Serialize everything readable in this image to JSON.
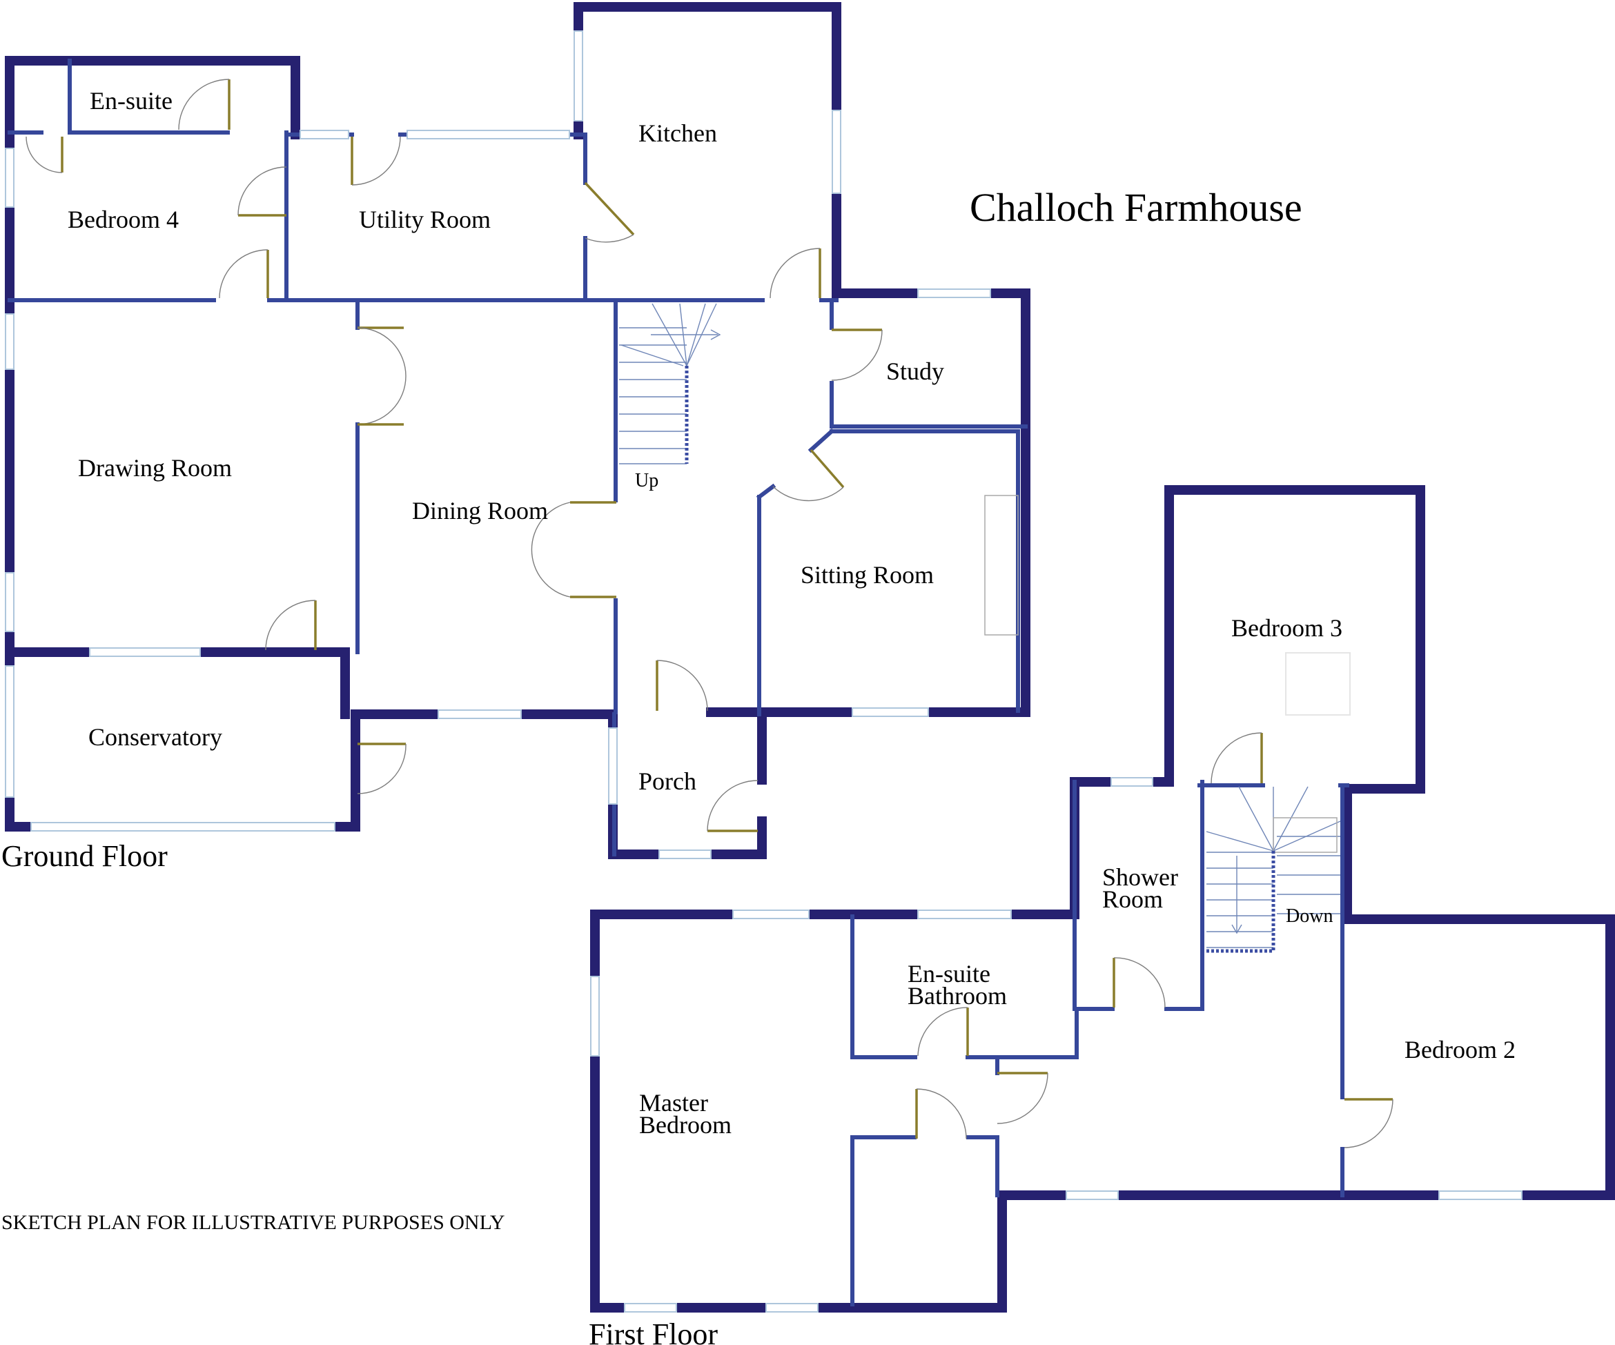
{
  "title": "Challoch Farmhouse",
  "floors": {
    "ground": "Ground Floor",
    "first": "First Floor"
  },
  "rooms": {
    "ensuite": "En-suite",
    "kitchen": "Kitchen",
    "bedroom4": "Bedroom 4",
    "utility": "Utility Room",
    "study": "Study",
    "drawing": "Drawing Room",
    "dining": "Dining Room",
    "sitting": "Sitting Room",
    "conservatory": "Conservatory",
    "porch": "Porch",
    "bedroom3": "Bedroom 3",
    "shower_line1": "Shower",
    "shower_line2": "Room",
    "ensuite_bath_line1": "En-suite",
    "ensuite_bath_line2": "Bathroom",
    "master_line1": "Master",
    "master_line2": "Bedroom",
    "bedroom2": "Bedroom 2"
  },
  "stairs": {
    "up": "Up",
    "down": "Down"
  },
  "disclaimer": "SKETCH PLAN FOR ILLUSTRATIVE PURPOSES ONLY",
  "colors": {
    "outer_wall": "#262170",
    "inner_wall": "#36479a",
    "door": "#8a7d2c",
    "window": "#aec6dc"
  }
}
